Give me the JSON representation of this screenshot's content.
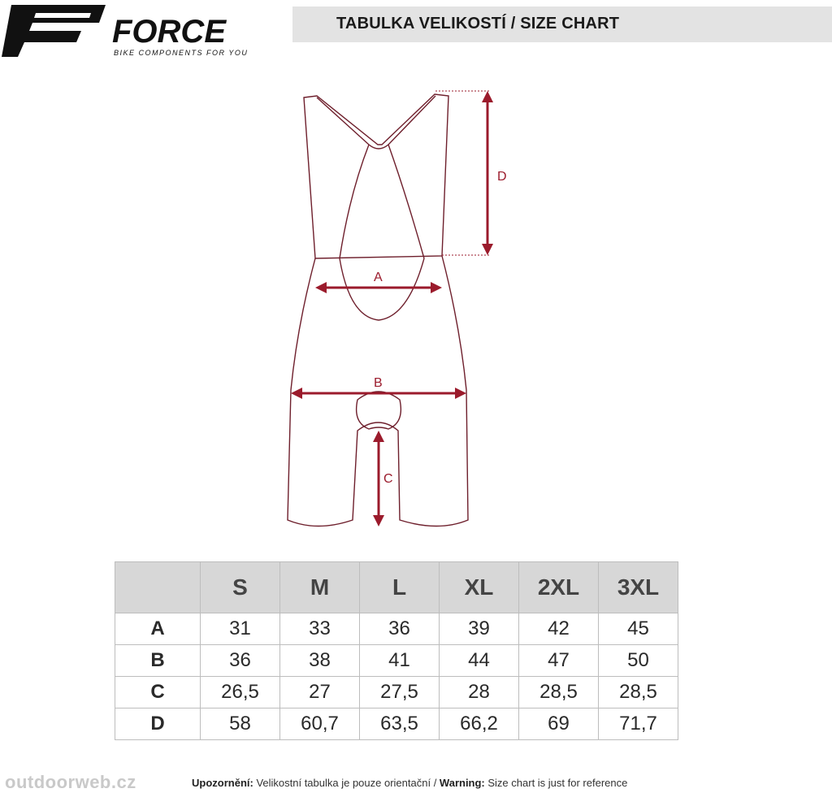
{
  "header": {
    "brand": "FORCE",
    "tagline": "BIKE COMPONENTS FOR YOU",
    "title": "TABULKA VELIKOSTÍ / SIZE CHART"
  },
  "diagram": {
    "labels": {
      "a": "A",
      "b": "B",
      "c": "C",
      "d": "D"
    },
    "arrow_color": "#9b1b2c"
  },
  "table": {
    "sizes": [
      "S",
      "M",
      "L",
      "XL",
      "2XL",
      "3XL"
    ],
    "rows": [
      {
        "label": "A",
        "values": [
          "31",
          "33",
          "36",
          "39",
          "42",
          "45"
        ]
      },
      {
        "label": "B",
        "values": [
          "36",
          "38",
          "41",
          "44",
          "47",
          "50"
        ]
      },
      {
        "label": "C",
        "values": [
          "26,5",
          "27",
          "27,5",
          "28",
          "28,5",
          "28,5"
        ]
      },
      {
        "label": "D",
        "values": [
          "58",
          "60,7",
          "63,5",
          "66,2",
          "69",
          "71,7"
        ]
      }
    ]
  },
  "footer": {
    "warning_cz_label": "Upozornění:",
    "warning_cz_text": " Velikostní tabulka je pouze orientační / ",
    "warning_en_label": "Warning:",
    "warning_en_text": " Size chart is just for reference"
  },
  "watermark": "outdoorweb.cz"
}
